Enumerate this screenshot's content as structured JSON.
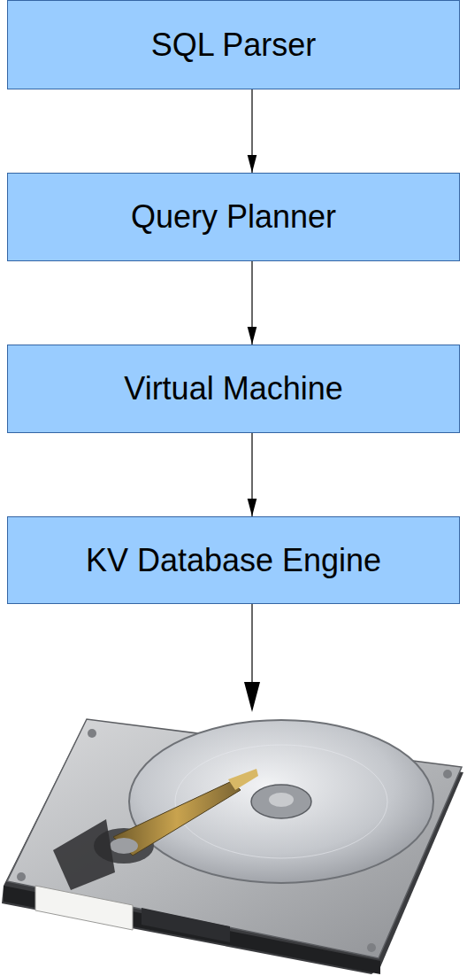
{
  "diagram": {
    "nodes": [
      {
        "text": [
          "SQL Parser"
        ]
      },
      {
        "text": [
          "Query Planner"
        ]
      },
      {
        "text": [
          "Virtual Machine"
        ]
      },
      {
        "text": [
          "KV Database Engine"
        ]
      }
    ],
    "edges": [
      {
        "from": 0,
        "to": 1,
        "arrow": "to"
      },
      {
        "from": 1,
        "to": 2,
        "arrow": "to"
      },
      {
        "from": 2,
        "to": 3,
        "arrow": "to"
      }
    ]
  }
}
